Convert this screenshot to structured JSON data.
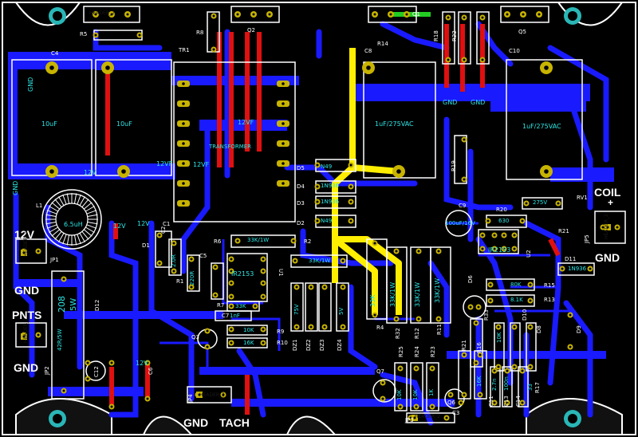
{
  "board": {
    "background": "#000000",
    "colors": {
      "bottom_copper": "#1a1aff",
      "top_copper": "#e01010",
      "yellow_trace": "#ffee00",
      "green_trace": "#22cc22",
      "pad": "#c8b400",
      "silk": "#ffffff",
      "pad_text": "#2ee6e6"
    }
  },
  "connectors": {
    "power_12v": "12V",
    "power_gnd": "GND",
    "pnts": "PNTS",
    "pnts_gnd": "GND",
    "coil": "COIL",
    "coil_plus": "+",
    "coil_gnd": "GND",
    "tach_gnd": "GND",
    "tach": "TACH"
  },
  "refdes": {
    "R5": "R5",
    "R8": "R8",
    "Q2": "Q2",
    "TR1": "TR1",
    "C4": "C4",
    "C8": "C8",
    "C10": "C10",
    "Q1": "Q1",
    "R14": "R14",
    "R18": "R18",
    "R22": "R22",
    "Q5": "Q5",
    "D5": "D5",
    "D4": "D4",
    "D3": "D3",
    "D2": "D2",
    "L1": "L1",
    "C9": "C9",
    "R19": "R19",
    "R20": "R20",
    "RV1": "RV1",
    "R21": "R21",
    "JP5": "JP5",
    "U2": "U2",
    "D11": "D11",
    "JP1": "JP1",
    "R2": "R2",
    "R6": "R6",
    "D1": "D1",
    "C1": "C1",
    "R1": "R1",
    "C5": "C5",
    "U1": "U1",
    "R7": "R7",
    "C7": "C7",
    "R9": "R9",
    "R10": "R10",
    "Q3": "Q3",
    "D12": "D12",
    "JP2": "JP2",
    "C12": "C12",
    "JP4": "JP4",
    "R4": "R4",
    "R32": "R32",
    "R12": "R12",
    "R11": "R11",
    "DZ1": "DZ1",
    "DZ2": "DZ2",
    "DZ3": "DZ3",
    "DZ4": "DZ4",
    "D6": "D6",
    "R15": "R15",
    "R13": "R13",
    "R25": "R25",
    "R24": "R24",
    "R23": "R23",
    "R21b": "R21",
    "R16": "R16",
    "Q7": "Q7",
    "Q6": "Q6",
    "JP3": "JP3",
    "C3": "C3",
    "R33": "R33",
    "D10": "D10",
    "D8": "D8",
    "D9": "D9",
    "R17": "R17",
    "C11": "C11",
    "C13": "C13",
    "C14": "C14",
    "C2": "C2",
    "C6": "C6"
  },
  "values": {
    "c4": "10uF",
    "c_second": "10uF",
    "c8": "1uF/275VAC",
    "c10": "1uF/275VAC",
    "l1": "6.5uH",
    "c9": "100uF/16V",
    "d5": "N49",
    "d4": "1N936",
    "d3": "1N936",
    "d2": "N49",
    "r2": "33K/1W",
    "r_u1": "33K/1W",
    "r4": "33K",
    "r32": "33K/1W",
    "r12": "33K/1W",
    "r11": "33K/1W",
    "u1": "IR2153",
    "u2": "IR2153",
    "r7": "33K",
    "c7": "1nF",
    "r9": "10K",
    "r10": "16K",
    "rv1": "275V",
    "d11": "1N936",
    "r15": "80K",
    "r13": "8.1K",
    "r20": "630",
    "r_208": "208",
    "r_5w": "5W",
    "r_42": "42R/5W",
    "r6": "220R",
    "r1": "2.0R",
    "dz": "75V",
    "dz4": "5V",
    "r33": "10K",
    "r23": "1K",
    "r24": "10K",
    "r25": "10K",
    "r16": "16K",
    "r17": "33",
    "c13": "100n",
    "c14": "2.7n",
    "net_12vf": "12VF",
    "net_12v": "12V",
    "net_gnd": "GND",
    "hdr": "HEADER_2",
    "tr1_lbl": "TRANSFORMER"
  }
}
